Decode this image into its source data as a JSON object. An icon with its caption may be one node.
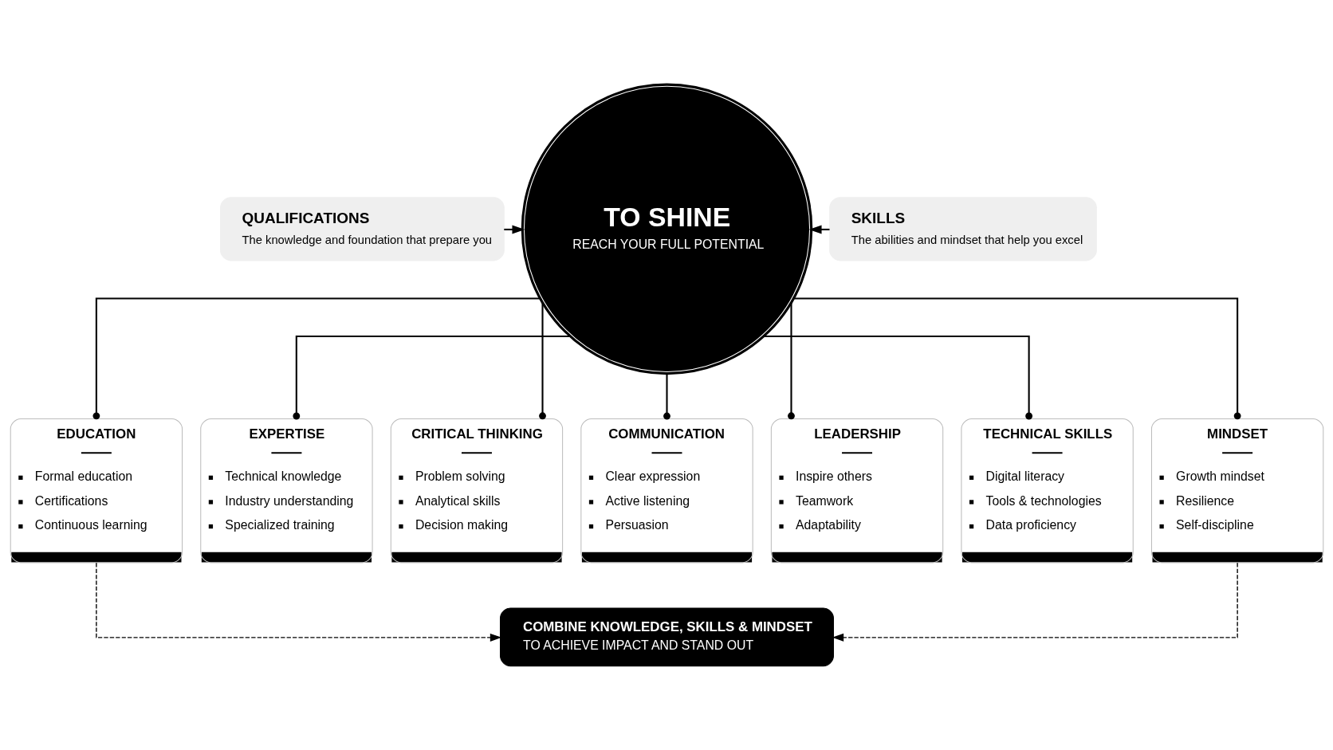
{
  "diagram": {
    "nodes": [
      {
        "text": [
          "QUALIFICATIONS",
          "The knowledge and foundation that prepare you"
        ]
      },
      {
        "text": [
          "TO SHINE",
          "REACH YOUR FULL POTENTIAL"
        ]
      },
      {
        "text": [
          "SKILLS",
          "The abilities and mindset that help you excel"
        ]
      },
      {
        "text": [
          "EDUCATION",
          "Formal education",
          "Certifications",
          "Continuous learning"
        ]
      },
      {
        "text": [
          "EXPERTISE",
          "Technical knowledge",
          "Industry understanding",
          "Specialized training"
        ]
      },
      {
        "text": [
          "CRITICAL THINKING",
          "Problem solving",
          "Analytical skills",
          "Decision making"
        ]
      },
      {
        "text": [
          "COMMUNICATION",
          "Clear expression",
          "Active listening",
          "Persuasion"
        ]
      },
      {
        "text": [
          "LEADERSHIP",
          "Inspire others",
          "Teamwork",
          "Adaptability"
        ]
      },
      {
        "text": [
          "TECHNICAL SKILLS",
          "Digital literacy",
          "Tools & technologies",
          "Data proficiency"
        ]
      },
      {
        "text": [
          "MINDSET",
          "Growth mindset",
          "Resilience",
          "Self-discipline"
        ]
      },
      {
        "text": [
          "COMBINE KNOWLEDGE, SKILLS & MINDSET",
          "TO ACHIEVE IMPACT AND STAND OUT"
        ]
      }
    ],
    "edges": [
      {
        "from": 0,
        "to": 1,
        "arrow": "to"
      },
      {
        "from": 2,
        "to": 1,
        "arrow": "to"
      },
      {
        "from": 1,
        "to": 3,
        "arrow": "other"
      },
      {
        "from": 1,
        "to": 4,
        "arrow": "other"
      },
      {
        "from": 1,
        "to": 5,
        "arrow": "other"
      },
      {
        "from": 1,
        "to": 6,
        "arrow": "other"
      },
      {
        "from": 1,
        "to": 7,
        "arrow": "other"
      },
      {
        "from": 1,
        "to": 8,
        "arrow": "other"
      },
      {
        "from": 1,
        "to": 9,
        "arrow": "other"
      },
      {
        "from": 3,
        "to": 10,
        "arrow": "to",
        "style": "dashed"
      },
      {
        "from": 9,
        "to": 10,
        "arrow": "to",
        "style": "dashed"
      }
    ]
  }
}
